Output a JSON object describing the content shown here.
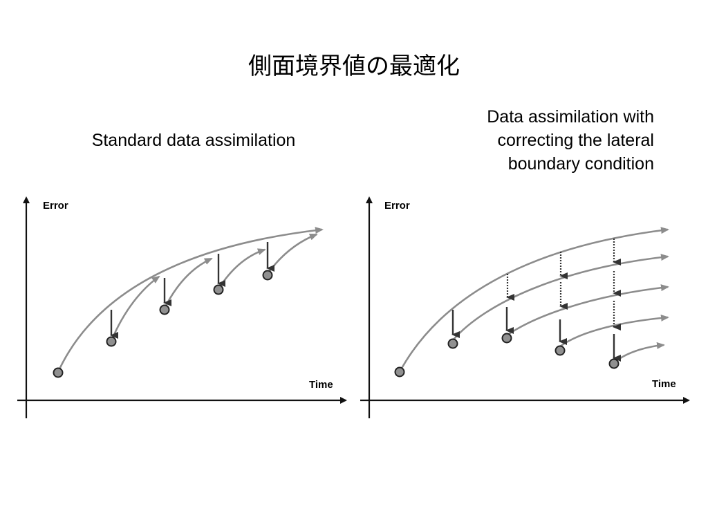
{
  "slide": {
    "title": "側面境界値の最適化"
  },
  "left_panel": {
    "caption": "Standard data assimilation",
    "y_axis_label": "Error",
    "x_axis_label": "Time"
  },
  "right_panel": {
    "caption_lines": [
      "Data assimilation with",
      "correcting the lateral",
      "boundary condition"
    ],
    "y_axis_label": "Error",
    "x_axis_label": "Time"
  },
  "colors": {
    "axis": "#111111",
    "curve": "#8c8c8c",
    "correction_arrow": "#333333",
    "point_fill": "#909090",
    "point_stroke": "#222222"
  }
}
